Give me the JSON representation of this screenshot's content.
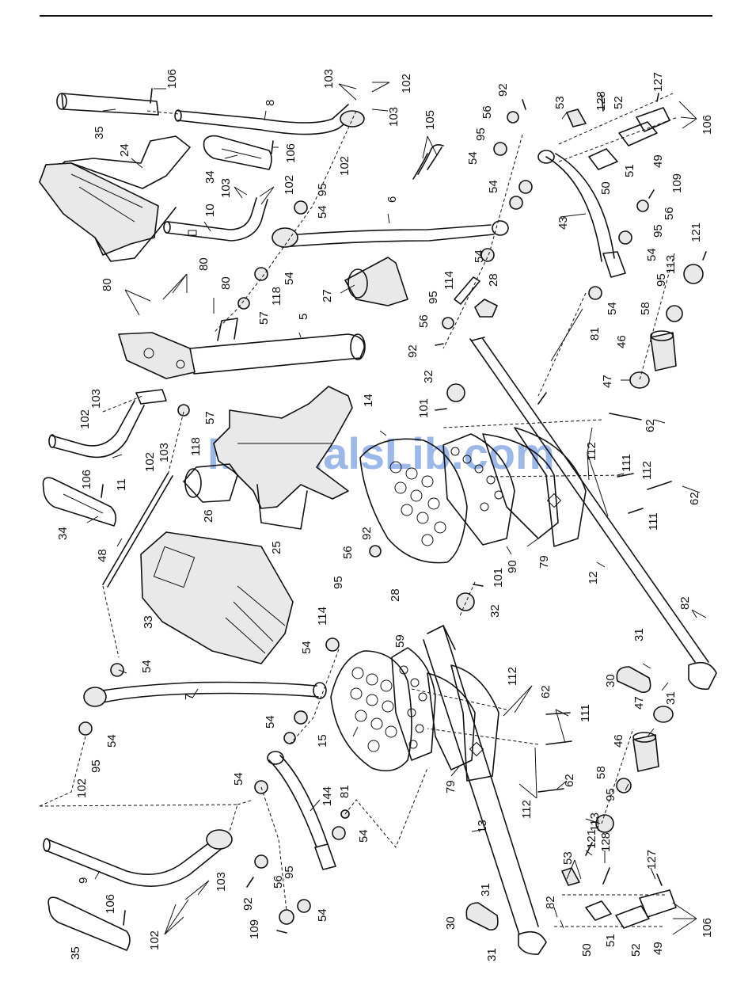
{
  "watermark": "ManualsLib.com",
  "labels": {
    "l106a": "106",
    "l103a": "103",
    "l102a": "102",
    "l8": "8",
    "l103b": "103",
    "l105": "105",
    "l92a": "92",
    "l56a": "56",
    "l128a": "128",
    "l127a": "127",
    "l53a": "53",
    "l52a": "52",
    "l106b": "106",
    "l35a": "35",
    "l24": "24",
    "l34a": "34",
    "l106c": "106",
    "l102b": "102",
    "l95a": "95",
    "l54a": "54",
    "l103c": "103",
    "l102c": "102",
    "l10": "10",
    "l6": "6",
    "l95b": "95",
    "l54b": "54",
    "l51a": "51",
    "l49a": "49",
    "l50a": "50",
    "l109a": "109",
    "l54c": "54",
    "l56b": "56",
    "l43": "43",
    "l95c": "95",
    "l54d": "54",
    "l121a": "121",
    "l113a": "113",
    "l80a": "80",
    "l80b": "80",
    "l80c": "80",
    "l54e": "54",
    "l118a": "118",
    "l57a": "57",
    "l27": "27",
    "l114a": "114",
    "l28a": "28",
    "l54f": "54",
    "l95d": "95",
    "l56c": "56",
    "l92b": "92",
    "l5": "5",
    "l54g": "54",
    "l58a": "58",
    "l95e": "95",
    "l81a": "81",
    "l46a": "46",
    "l103d": "103",
    "l102d": "102",
    "l32a": "32",
    "l101a": "101",
    "l14": "14",
    "l47a": "47",
    "l62a": "62",
    "l57b": "57",
    "l118b": "118",
    "l103e": "103",
    "l102e": "102",
    "l11": "11",
    "l112a": "112",
    "l111a": "111",
    "l112b": "112",
    "l62b": "62",
    "l106d": "106",
    "l26": "26",
    "l25": "25",
    "l111b": "111",
    "l34b": "34",
    "l48": "48",
    "l90": "90",
    "l79a": "79",
    "l12": "12",
    "l92c": "92",
    "l56d": "56",
    "l95f": "95",
    "l114b": "114",
    "l101b": "101",
    "l28b": "28",
    "l32b": "32",
    "l33": "33",
    "l54h": "54",
    "l59": "59",
    "l82a": "82",
    "l31a": "31",
    "l54i": "54",
    "l30a": "30",
    "l31b": "31",
    "l7": "7",
    "l112c": "112",
    "l62c": "62",
    "l54j": "54",
    "l111c": "111",
    "l15": "15",
    "l47b": "47",
    "l54k": "54",
    "l95g": "95",
    "l102f": "102",
    "l46b": "46",
    "l54l": "54",
    "l81b": "81",
    "l58b": "58",
    "l144": "144",
    "l62d": "62",
    "l112d": "112",
    "l95h": "95",
    "l79b": "79",
    "l13": "13",
    "l54m": "54",
    "l113b": "113",
    "l121b": "121",
    "l128b": "128",
    "l9": "9",
    "l103f": "103",
    "l53b": "53",
    "l92d": "92",
    "l56e": "56",
    "l95i": "95",
    "l127b": "127",
    "l106e": "106",
    "l102g": "102",
    "l54n": "54",
    "l109b": "109",
    "l82b": "82",
    "l30b": "30",
    "l31c": "31",
    "l35b": "35",
    "l31d": "31",
    "l50b": "50",
    "l51b": "51",
    "l52b": "52",
    "l49b": "49",
    "l106f": "106"
  }
}
